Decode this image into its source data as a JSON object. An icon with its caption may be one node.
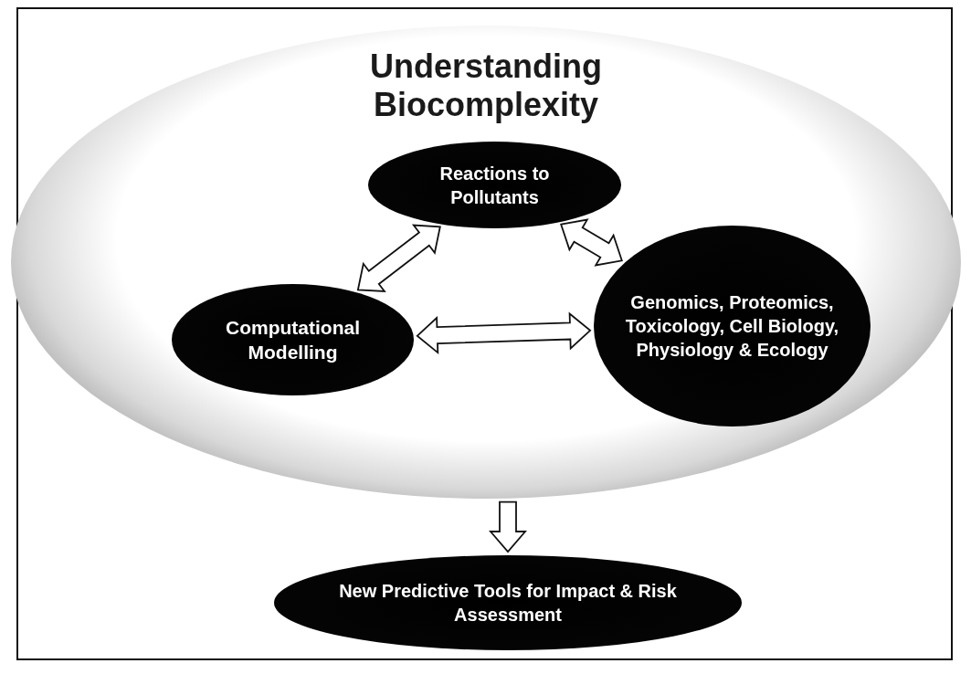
{
  "diagram": {
    "nodes": [
      {
        "text": [
          "Understanding Biocomplexity"
        ]
      },
      {
        "text": [
          "Reactions to Pollutants"
        ],
        "in": 0
      },
      {
        "text": [
          "Computational Modelling"
        ],
        "in": 0
      },
      {
        "text": [
          "Genomics, Proteomics, Toxicology, Cell Biology, Physiology & Ecology"
        ],
        "in": 0
      },
      {
        "text": [
          "New Predictive Tools for Impact & Risk Assessment"
        ]
      }
    ],
    "edges": [
      {
        "from": 2,
        "to": 1,
        "arrow": "both"
      },
      {
        "from": 1,
        "to": 3,
        "arrow": "both"
      },
      {
        "from": 2,
        "to": 3,
        "arrow": "both"
      },
      {
        "from": 0,
        "to": 4,
        "arrow": "to"
      }
    ]
  }
}
